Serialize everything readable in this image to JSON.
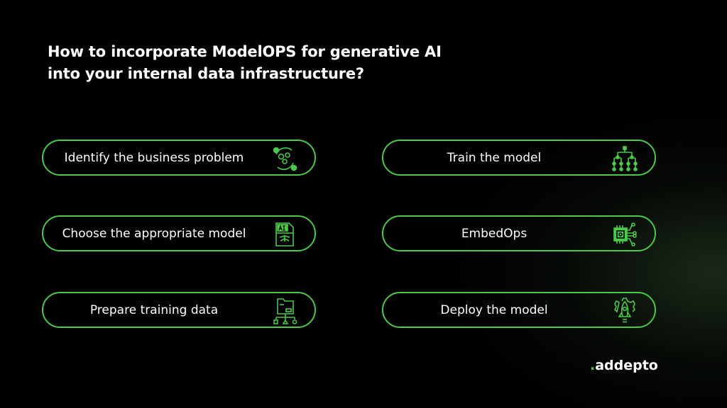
{
  "title": {
    "line1": "How to incorporate ModelOPS for generative AI",
    "line2": "into your internal data infrastructure?"
  },
  "steps": [
    {
      "label": "Identify the business problem",
      "icon": "gears-cycle-icon"
    },
    {
      "label": "Choose the appropriate model",
      "icon": "ai-file-icon"
    },
    {
      "label": "Prepare training data",
      "icon": "folder-hierarchy-icon"
    },
    {
      "label": "Train the model",
      "icon": "hierarchy-tree-icon"
    },
    {
      "label": "EmbedOps",
      "icon": "chip-icon"
    },
    {
      "label": "Deploy the model",
      "icon": "rocket-gear-icon"
    }
  ],
  "logo": {
    "dot": ".",
    "text": "addepto"
  },
  "colors": {
    "accent": "#4cc84a",
    "background": "#000000"
  }
}
